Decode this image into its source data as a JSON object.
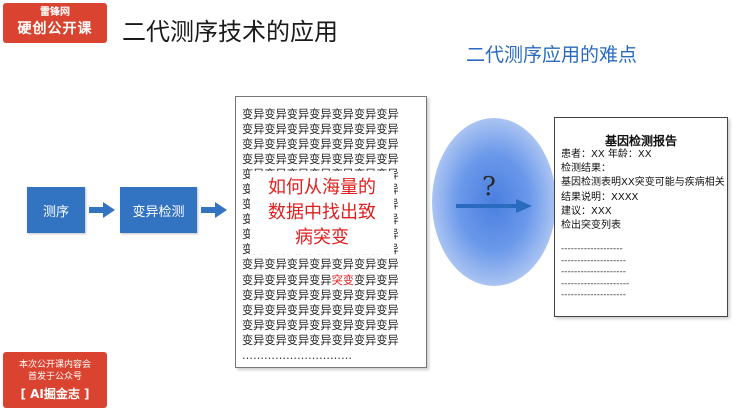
{
  "logo": {
    "line1": "雷锋网",
    "line2": "硬创公开课"
  },
  "title": "二代测序技术的应用",
  "subtitle": "二代测序应用的难点",
  "flow": {
    "step1": "测序",
    "step2": "变异检测"
  },
  "variant_doc": {
    "cell_word": "变异",
    "highlight_word": "突变",
    "question": "如何从海量的数据中找出致病突变",
    "dots": "…………………………"
  },
  "cloud": {
    "question_mark": "?"
  },
  "report": {
    "title": "基因检测报告",
    "patient": "患者：XX 年龄：XX",
    "result_label": "检测结果：",
    "result_text": "基因检测表明XX突变可能与疾病相关",
    "explain": "结果说明：XXXX",
    "advice": "建议：XXX",
    "mutation_list": "检出突变列表",
    "dashes": [
      "-------------------",
      "--------------------",
      "--------------------",
      "---------------------",
      "--------------------"
    ]
  },
  "footer": {
    "line1": "本次公开课内容会",
    "line2": "首发于公众号",
    "line3": "[ AI掘金志 ]"
  },
  "colors": {
    "accent_red": "#d9432f",
    "flow_blue": "#3374c2",
    "title_blue": "#2a6bbf",
    "highlight_red": "#e02020"
  }
}
